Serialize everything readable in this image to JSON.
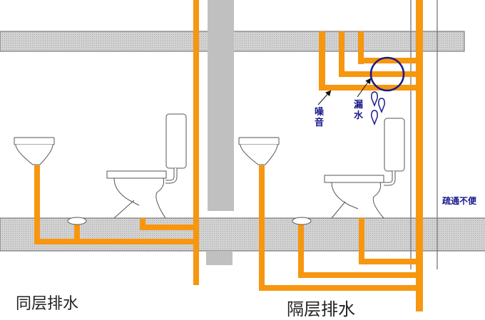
{
  "labels": {
    "same_floor": "同层排水",
    "separate_floor": "隔层排水",
    "noise": "噪音",
    "leak": "漏水",
    "hard_to_clear": "疏通不便"
  },
  "colors": {
    "pipe": "#f7960f",
    "slab": "#c8c8c8",
    "accent": "#1a1a8c"
  }
}
